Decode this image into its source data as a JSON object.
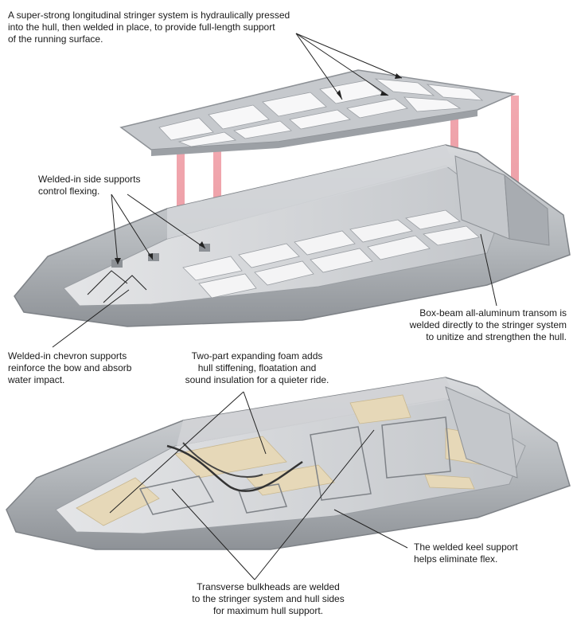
{
  "labels": {
    "stringer": "A super-strong longitudinal stringer system is hydraulically pressed\ninto the hull, then welded in place, to provide full-length support\nof the running surface.",
    "side_supports": "Welded-in side supports\ncontrol flexing.",
    "transom": "Box-beam all-aluminum transom is\nwelded directly to the stringer system\nto unitize and strengthen the hull.",
    "chevron": "Welded-in chevron supports\nreinforce the bow and absorb\nwater impact.",
    "foam": "Two-part expanding foam adds\nhull stiffening, floatation and\nsound insulation for a quieter ride.",
    "keel": "The welded keel support\nhelps eliminate flex.",
    "bulkheads": "Transverse bulkheads are welded\nto the stringer system and hull sides\nfor maximum hull support."
  },
  "colors": {
    "aluminum": "#b9bcc0",
    "aluminum_dark": "#8d9196",
    "aluminum_light": "#dcdee1",
    "guide_beam": "#e8828c",
    "foam": "#e6d8b8"
  }
}
